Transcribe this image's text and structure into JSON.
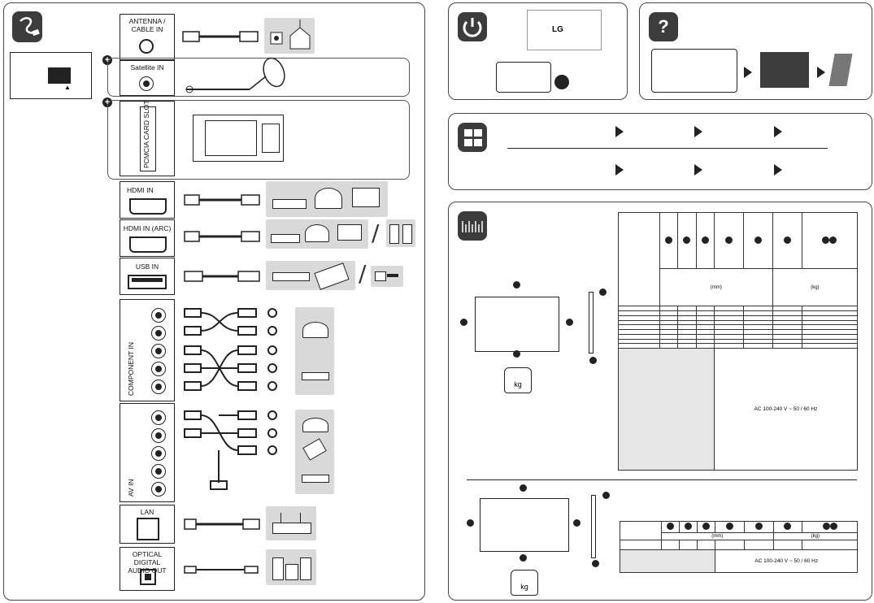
{
  "ports": {
    "antenna": "ANTENNA /\nCABLE IN",
    "satellite": "Satellite IN",
    "pcmcia": "PCMCIA CARD SLOT",
    "hdmi_in": "HDMI IN",
    "hdmi_arc": "HDMI IN (ARC)",
    "usb_in": "USB IN",
    "component_in": "COMPONENT IN",
    "av_in": "AV IN",
    "lan": "LAN",
    "optical": "OPTICAL DIGITAL\nAUDIO OUT"
  },
  "brand": {
    "logo_text": "LG"
  },
  "icons": {
    "cable": "cable-icon",
    "power": "power-icon",
    "help": "question-icon",
    "battery": "battery-icon",
    "ruler": "ruler-icon",
    "weight": "kg"
  },
  "specs": {
    "mm_label": "(mm)",
    "kg_label": "(kg)",
    "power_text": "AC 100-240 V ~ 50 / 60 Hz",
    "weight_unit": "kg"
  },
  "colors": {
    "icon_bg": "#3c3c3c",
    "device_gray": "#d9d9d9"
  }
}
